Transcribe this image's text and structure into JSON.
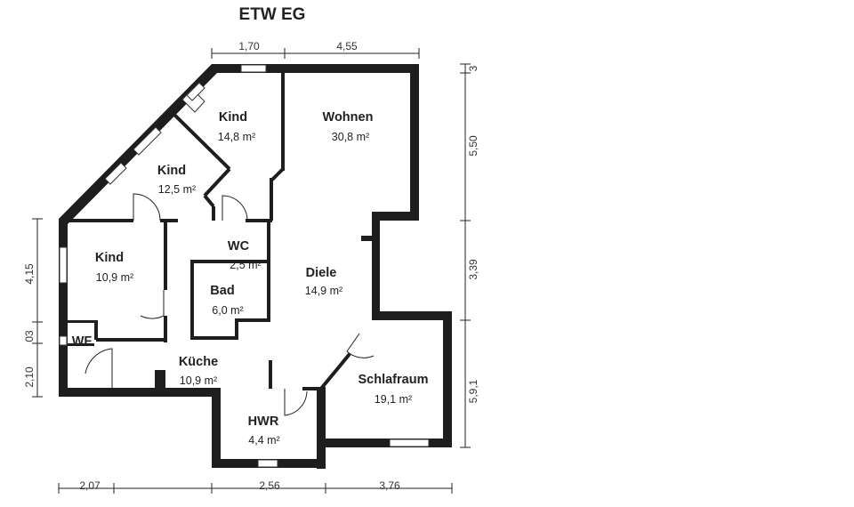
{
  "title": "ETW EG",
  "rooms": [
    {
      "name": "Kind",
      "area": "14,8 m²"
    },
    {
      "name": "Wohnen",
      "area": "30,8 m²"
    },
    {
      "name": "Kind",
      "area": "12,5 m²"
    },
    {
      "name": "WC",
      "area": "2,5 m²"
    },
    {
      "name": "Kind",
      "area": "10,9 m²"
    },
    {
      "name": "Bad",
      "area": "6,0 m²"
    },
    {
      "name": "Diele",
      "area": "14,9 m²"
    },
    {
      "name": "WF",
      "area": ""
    },
    {
      "name": "Küche",
      "area": "10,9 m²"
    },
    {
      "name": "Schlafraum",
      "area": "19,1 m²"
    },
    {
      "name": "HWR",
      "area": "4,4 m²"
    }
  ],
  "dimensions": {
    "top": [
      "1,70",
      "4,55"
    ],
    "right": [
      "3",
      "5,50",
      "3,39",
      "5,9,1"
    ],
    "left": [
      "4,15",
      "03",
      "2,10"
    ],
    "bottom": [
      "2,07",
      "2,56",
      "3,76"
    ]
  }
}
